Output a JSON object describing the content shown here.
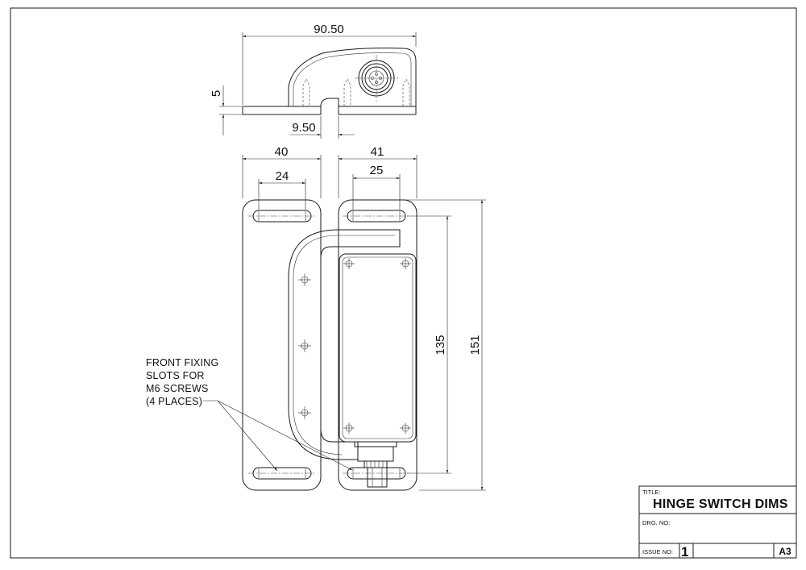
{
  "drawing": {
    "dimensions": {
      "top_overall_width": "90.50",
      "top_plate_thickness": "5",
      "top_offset": "9.50",
      "left_plate_width": "40",
      "left_slot_length": "24",
      "right_plate_width": "41",
      "right_slot_length": "25",
      "slot_pitch": "135",
      "plate_height": "151"
    },
    "note": {
      "lines": [
        "FRONT FIXING",
        "SLOTS FOR",
        "M6 SCREWS",
        "(4 PLACES)"
      ]
    }
  },
  "title_block": {
    "title_label": "TITLE:",
    "title": "HINGE SWITCH DIMS",
    "drg_no_label": "DRG. NO:",
    "drg_no": "",
    "issue_label": "ISSUE NO:",
    "issue_no": "1",
    "sheet_size": "A3"
  }
}
